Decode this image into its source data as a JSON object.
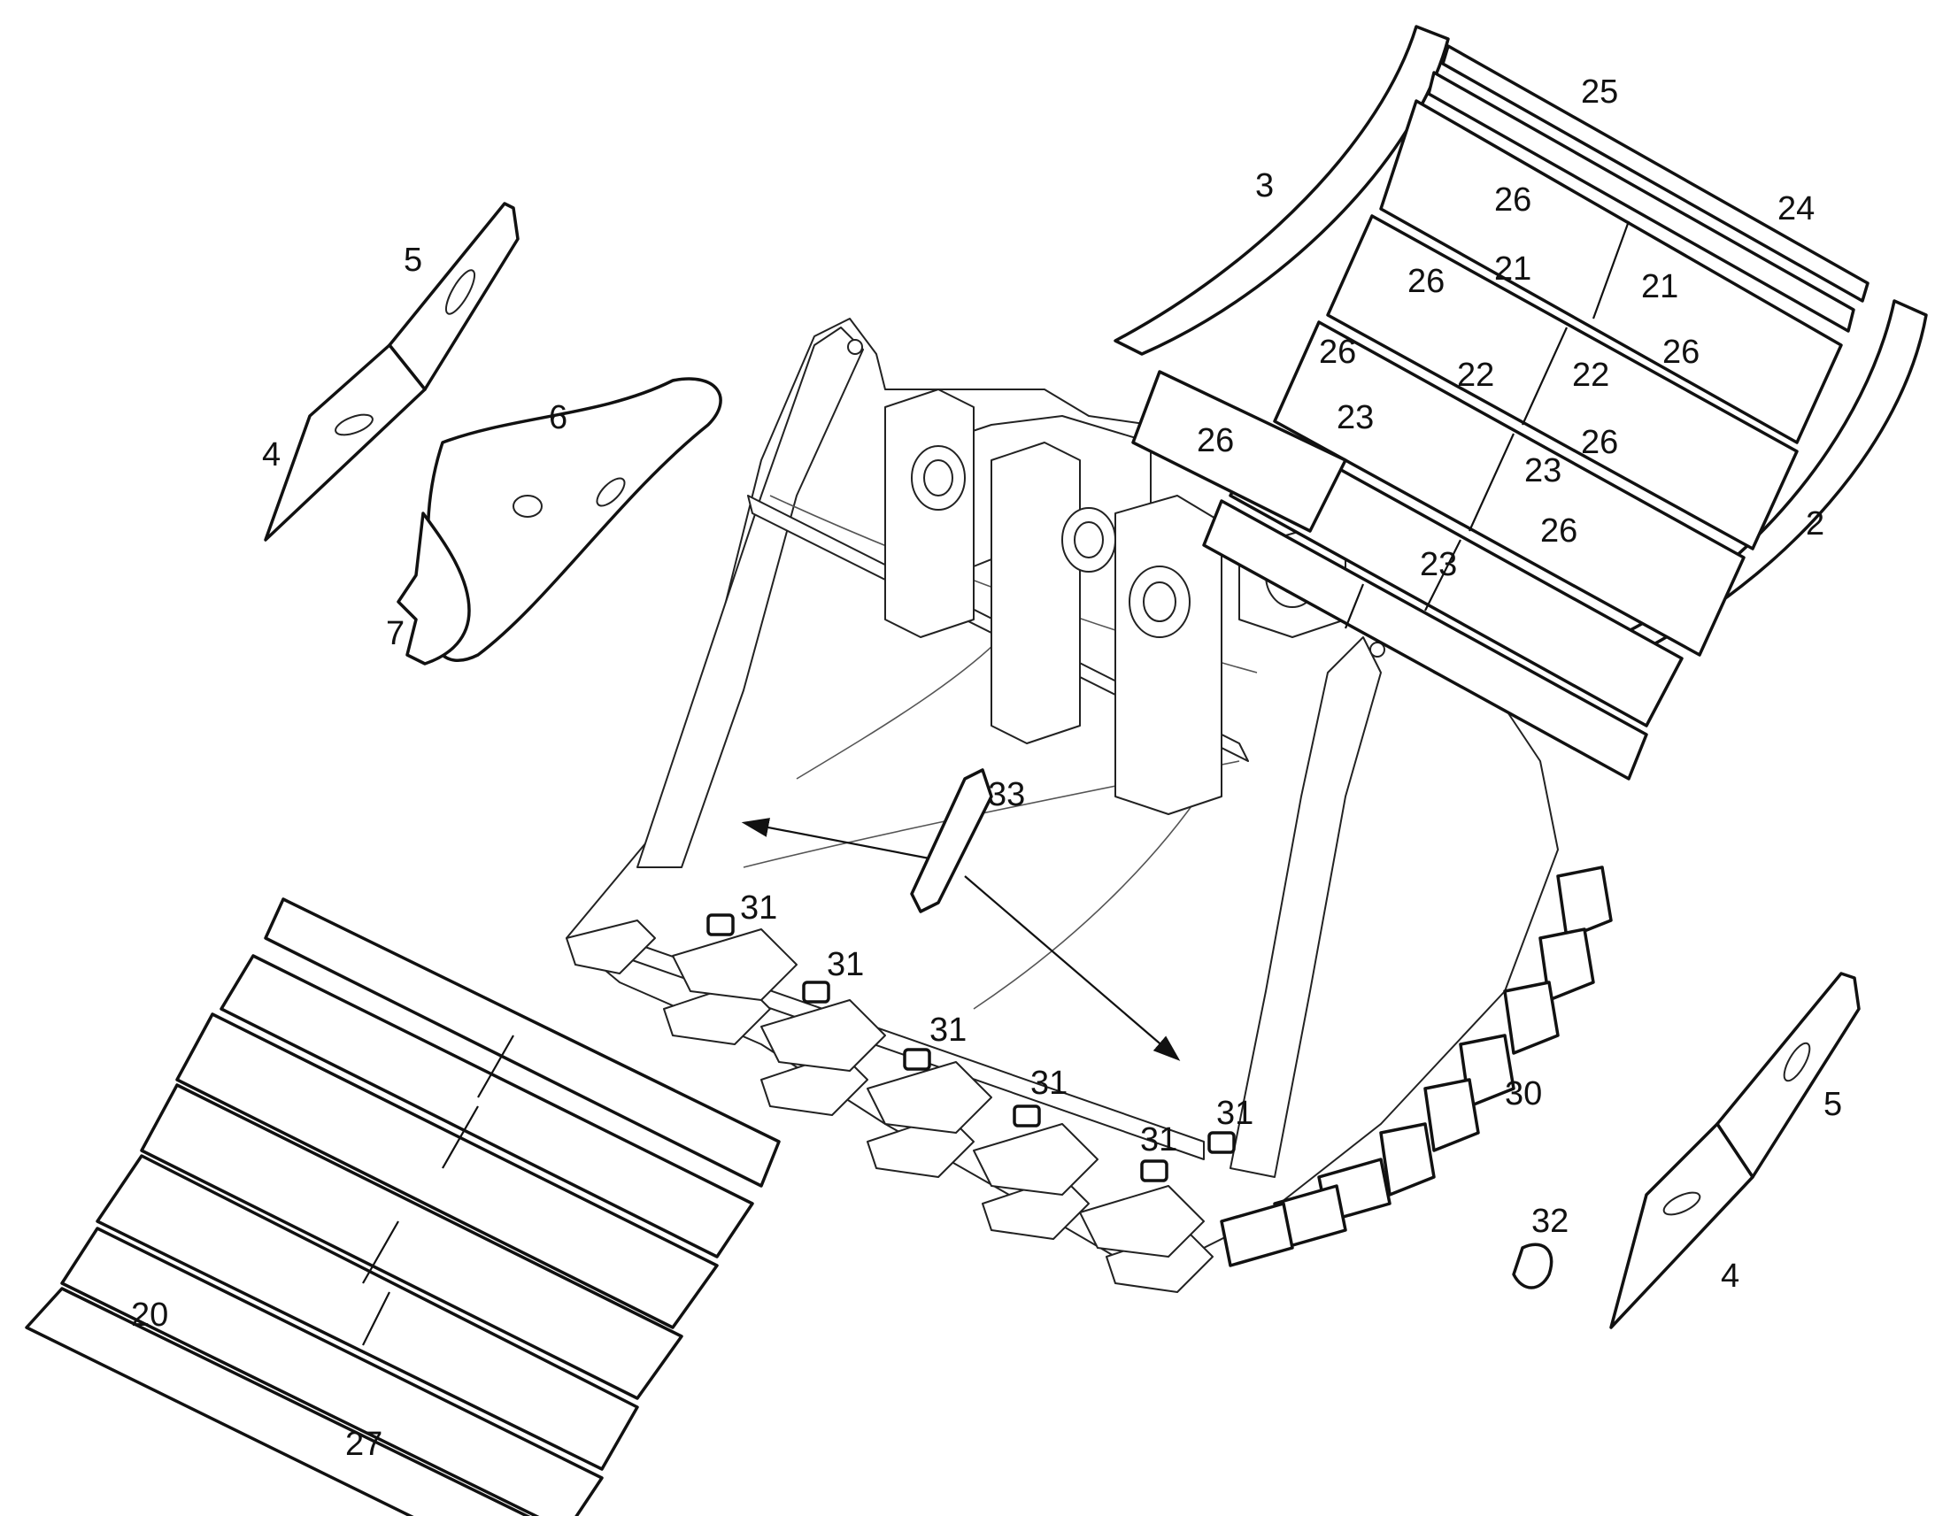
{
  "diagram": {
    "line_color": "#111111",
    "background": "#ffffff",
    "part_labels": {
      "p2": "2",
      "p3": "3",
      "p4_left": "4",
      "p4_right": "4",
      "p5_left": "5",
      "p5_right": "5",
      "p6": "6",
      "p7": "7",
      "p20": "20",
      "p21_a": "21",
      "p21_b": "21",
      "p22_a": "22",
      "p22_b": "22",
      "p23_a": "23",
      "p23_b": "23",
      "p23_c": "23",
      "p24": "24",
      "p25": "25",
      "p26_a": "26",
      "p26_b": "26",
      "p26_c": "26",
      "p26_d": "26",
      "p26_e": "26",
      "p26_f": "26",
      "p26_g": "26",
      "p27": "27",
      "p30": "30",
      "p31_a": "31",
      "p31_b": "31",
      "p31_c": "31",
      "p31_d": "31",
      "p31_e": "31",
      "p31_f": "31",
      "p32": "32",
      "p33": "33"
    }
  }
}
